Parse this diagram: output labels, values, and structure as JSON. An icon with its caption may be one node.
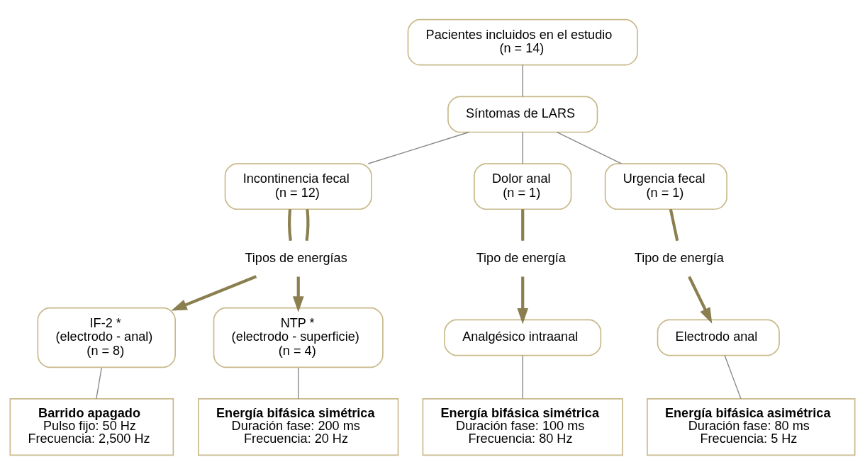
{
  "diagram": {
    "nodes": [
      {
        "text": [
          "Pacientes incluidos en el estudio",
          "(n = 14)"
        ]
      },
      {
        "text": [
          "Síntomas de LARS"
        ]
      },
      {
        "text": [
          "Incontinencia fecal",
          "(n = 12)"
        ]
      },
      {
        "text": [
          "Dolor anal",
          "(n = 1)"
        ]
      },
      {
        "text": [
          "Urgencia fecal",
          "(n = 1)"
        ]
      },
      {
        "text": [
          "Tipos de energías"
        ]
      },
      {
        "text": [
          "Tipo de energía"
        ]
      },
      {
        "text": [
          "Tipo de energía"
        ]
      },
      {
        "text": [
          "IF-2 *",
          "(electrodo - anal)",
          "(n = 8)"
        ]
      },
      {
        "text": [
          "NTP *",
          "(electrodo - superficie)",
          "(n = 4)"
        ]
      },
      {
        "text": [
          "Analgésico intraanal"
        ]
      },
      {
        "text": [
          "Electrodo anal"
        ]
      },
      {
        "text": [
          "Barrido apagado",
          "Pulso fijo: 50 Hz",
          "Frecuencia: 2,500 Hz"
        ]
      },
      {
        "text": [
          "Energía bifásica simétrica",
          "Duración fase: 200 ms",
          "Frecuencia: 20 Hz"
        ]
      },
      {
        "text": [
          "Energía bifásica simétrica",
          "Duración fase: 100 ms",
          "Frecuencia: 80 Hz"
        ]
      },
      {
        "text": [
          "Energía bifásica asimétrica",
          "Duración fase: 80 ms",
          "Frecuencia: 5 Hz"
        ]
      }
    ],
    "edges": [
      {
        "from": 0,
        "to": 1,
        "arrow": "none"
      },
      {
        "from": 1,
        "to": 2,
        "arrow": "none"
      },
      {
        "from": 1,
        "to": 3,
        "arrow": "none"
      },
      {
        "from": 1,
        "to": 4,
        "arrow": "none"
      },
      {
        "from": 2,
        "to": 5,
        "arrow": "none",
        "style": "thick",
        "color": "#8c7f4f"
      },
      {
        "from": 2,
        "to": 5,
        "arrow": "none",
        "style": "thick",
        "color": "#8c7f4f"
      },
      {
        "from": 3,
        "to": 6,
        "arrow": "none",
        "style": "thick",
        "color": "#8c7f4f"
      },
      {
        "from": 4,
        "to": 7,
        "arrow": "none",
        "style": "thick",
        "color": "#8c7f4f"
      },
      {
        "from": 5,
        "to": 8,
        "arrow": "to",
        "style": "thick",
        "color": "#8c7f4f"
      },
      {
        "from": 5,
        "to": 9,
        "arrow": "to",
        "style": "thick",
        "color": "#8c7f4f"
      },
      {
        "from": 6,
        "to": 10,
        "arrow": "to",
        "style": "thick",
        "color": "#8c7f4f"
      },
      {
        "from": 7,
        "to": 11,
        "arrow": "to",
        "style": "thick",
        "color": "#8c7f4f"
      },
      {
        "from": 8,
        "to": 12,
        "arrow": "none"
      },
      {
        "from": 9,
        "to": 13,
        "arrow": "none"
      },
      {
        "from": 10,
        "to": 14,
        "arrow": "none"
      },
      {
        "from": 11,
        "to": 15,
        "arrow": "none"
      }
    ]
  }
}
